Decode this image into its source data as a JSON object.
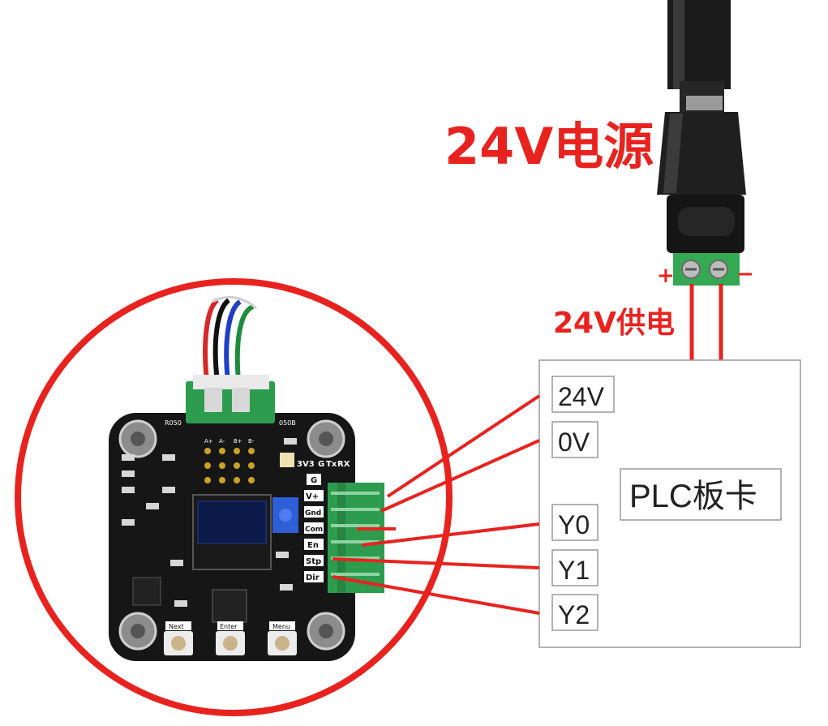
{
  "power": {
    "title": "24V电源",
    "plus_sign": "+",
    "minus_sign": "−",
    "supply_label": "24V供电"
  },
  "plc": {
    "card_label": "PLC板卡",
    "terminals": [
      "24V",
      "0V",
      "Y0",
      "Y1",
      "Y2"
    ]
  },
  "driver_board": {
    "header_pins": [
      "3V3",
      "G",
      "Tx",
      "RX"
    ],
    "ground_label": "G",
    "connector_pins": [
      "V+",
      "Gnd",
      "Com",
      "En",
      "Stp",
      "Dir"
    ],
    "buttons": [
      "Next",
      "Enter",
      "Menu"
    ],
    "motor_pins": [
      "A+",
      "A-",
      "B+",
      "B-"
    ],
    "silkscreen": [
      "R050",
      "050B"
    ]
  },
  "colors": {
    "accent_red": "#e8231f",
    "pcb_black": "#161616",
    "connector_green": "#2e9c4f",
    "plc_border": "#9a9a9a"
  }
}
